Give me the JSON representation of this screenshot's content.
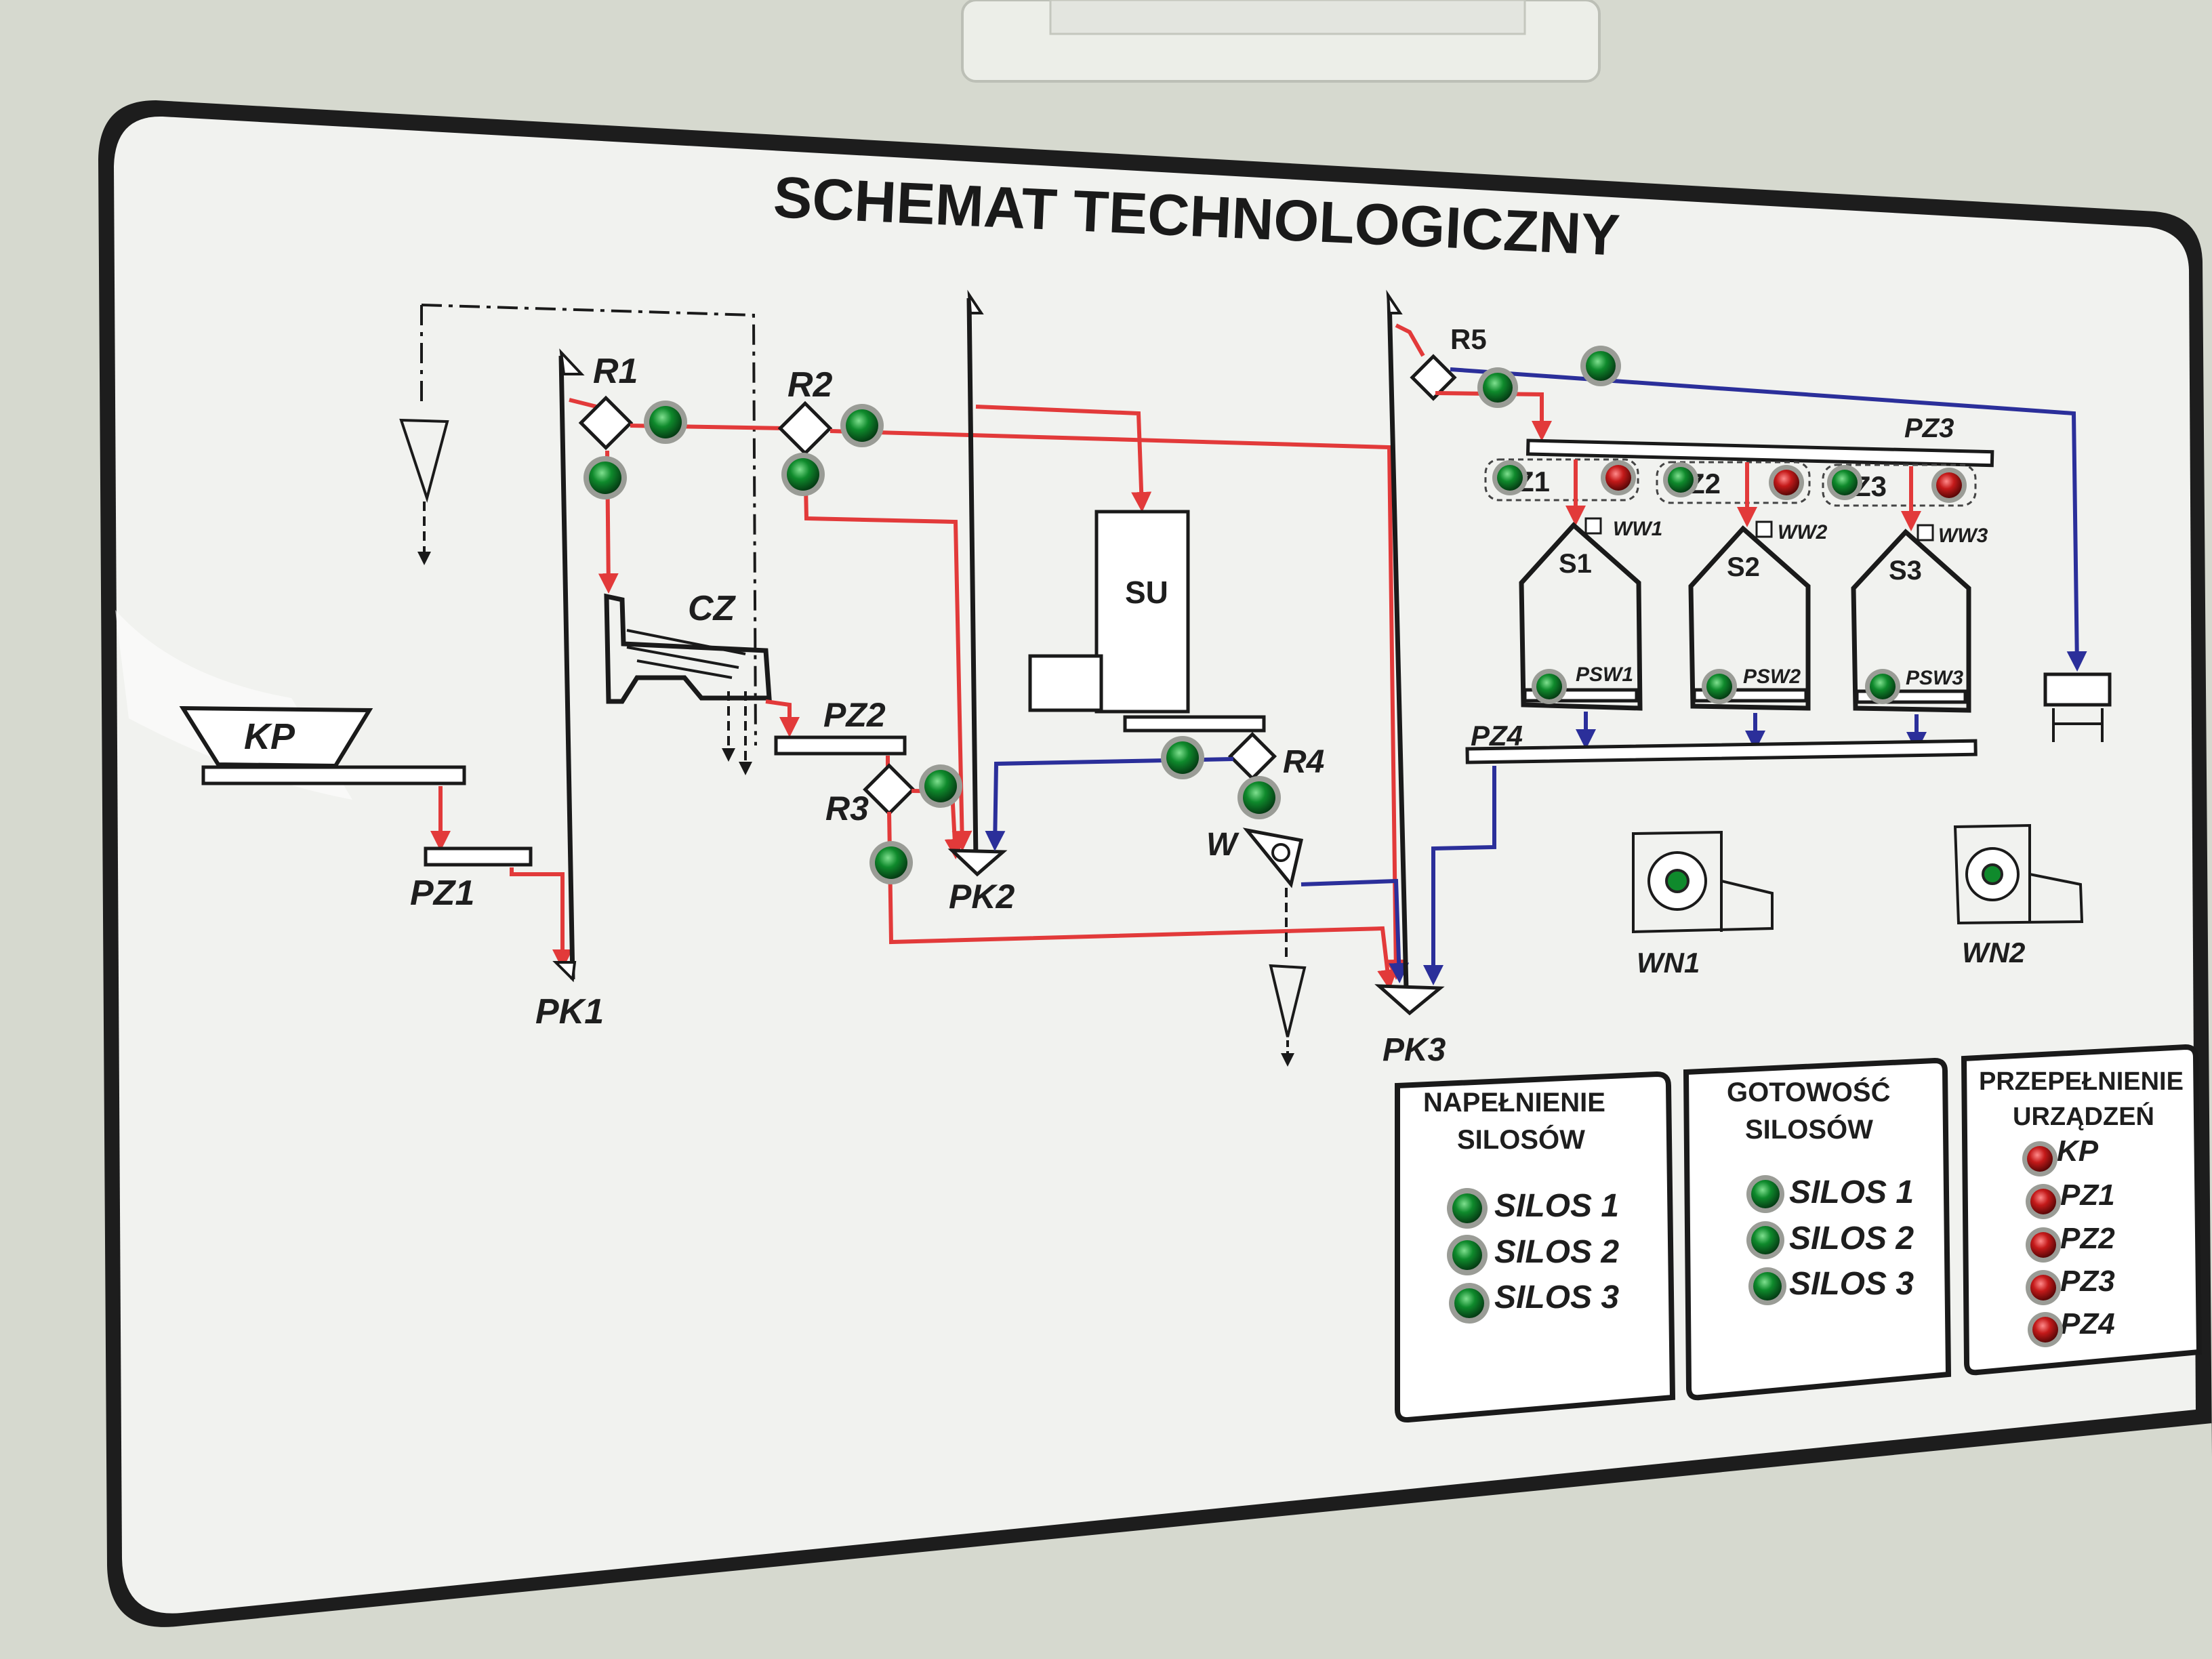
{
  "panel": {
    "title": "SCHEMAT TECHNOLOGICZNY",
    "colors": {
      "product_line": "#e23a3a",
      "return_line": "#2b2f9a",
      "lamp_green": "#0f8a2c",
      "lamp_red": "#c41a1a"
    }
  },
  "labels": {
    "kp": "KP",
    "pz1": "PZ1",
    "pk1": "PK1",
    "r1": "R1",
    "cz": "CZ",
    "r2": "R2",
    "pz2": "PZ2",
    "r3": "R3",
    "pk2": "PK2",
    "su": "SU",
    "r4": "R4",
    "w": "W",
    "pk3": "PK3",
    "r5": "R5",
    "pz3": "PZ3",
    "pz4": "PZ4",
    "z1": "Z1",
    "z2": "Z2",
    "z3": "Z3",
    "s1": "S1",
    "s2": "S2",
    "s3": "S3",
    "ww1": "WW1",
    "ww2": "WW2",
    "ww3": "WW3",
    "psw1": "PSW1",
    "psw2": "PSW2",
    "psw3": "PSW3",
    "wn1": "WN1",
    "wn2": "WN2"
  },
  "status_boxes": {
    "filling": {
      "title_line1": "NAPEŁNIENIE",
      "title_line2": "SILOSÓW",
      "items": [
        "SILOS 1",
        "SILOS 2",
        "SILOS 3"
      ]
    },
    "ready": {
      "title_line1": "GOTOWOŚĆ",
      "title_line2": "SILOSÓW",
      "items": [
        "SILOS 1",
        "SILOS 2",
        "SILOS 3"
      ]
    },
    "overflow": {
      "title_line1": "PRZEPEŁNIENIE",
      "title_line2": "URZĄDZEŃ",
      "items": [
        "KP",
        "PZ1",
        "PZ2",
        "PZ3",
        "PZ4"
      ]
    }
  },
  "icons": [
    "indicator-lamp-green",
    "indicator-lamp-red",
    "diverter-valve",
    "cyclone",
    "hopper",
    "conveyor",
    "fan"
  ]
}
